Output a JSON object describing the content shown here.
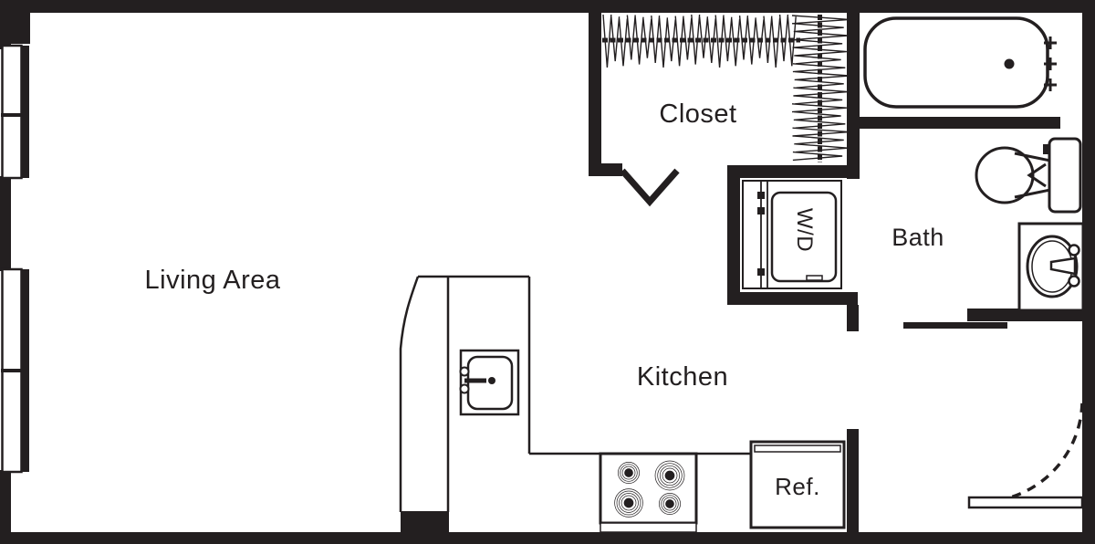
{
  "floor_plan": {
    "rooms": {
      "living": {
        "label": "Living Area"
      },
      "closet": {
        "label": "Closet"
      },
      "bath": {
        "label": "Bath"
      },
      "kitchen": {
        "label": "Kitchen"
      }
    },
    "appliances": {
      "washer_dryer": {
        "label": "W/D"
      },
      "refrigerator": {
        "label": "Ref."
      }
    },
    "colors": {
      "ink": "#231f20",
      "background": "#ffffff"
    }
  }
}
